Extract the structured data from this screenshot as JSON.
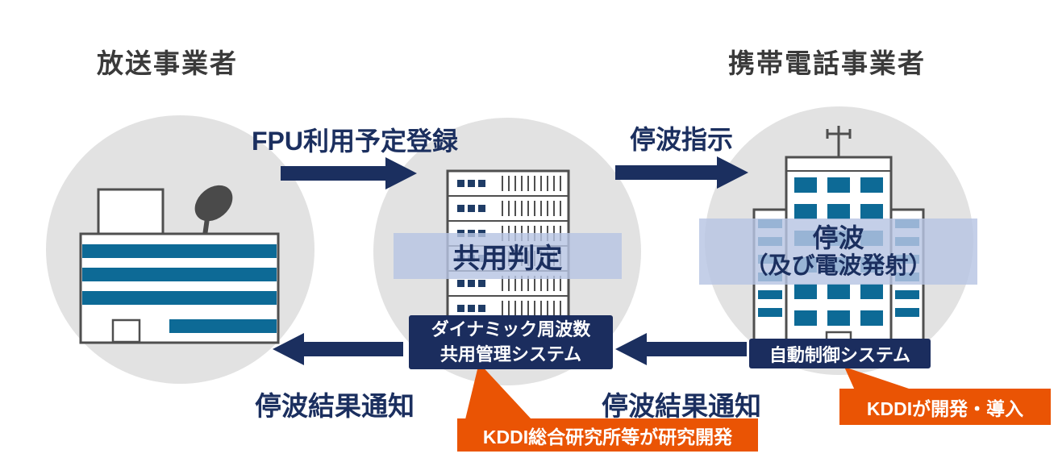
{
  "actors": {
    "left": {
      "label": "放送事業者"
    },
    "right": {
      "label": "携帯電話事業者"
    }
  },
  "flows": {
    "register": "FPU利用予定登録",
    "stop_instruction": "停波指示",
    "result_left": "停波結果通知",
    "result_right": "停波結果通知"
  },
  "banners": {
    "judgement": "共用判定",
    "stop_line1": "停波",
    "stop_line2": "（及び電波発射）"
  },
  "systems": {
    "dfs_line1": "ダイナミック周波数",
    "dfs_line2": "共用管理システム",
    "auto_control": "自動制御システム"
  },
  "callouts": {
    "research": "KDDI総合研究所等が研究開発",
    "deploy": "KDDIが開発・導入"
  },
  "icons": {
    "left": "broadcast-building-icon",
    "middle": "server-rack-icon",
    "right": "base-station-tower-icon",
    "dish": "satellite-dish-icon",
    "antenna": "antenna-icon"
  },
  "colors": {
    "navy_text": "#1b2f5f",
    "navy_badge": "#1b2d5e",
    "orange": "#ea5404",
    "light_blue_band": "#c3cee6",
    "circle_grey": "#e2e2e2",
    "building_outline": "#4f4f4f",
    "building_stripe": "#0d6a96",
    "heading_grey": "#3a3a3a"
  }
}
